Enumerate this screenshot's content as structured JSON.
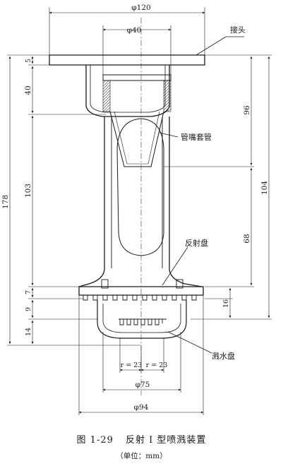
{
  "figure": {
    "number": "图 1-29",
    "title": "反射 I 型喷溅装置",
    "unit_note": "（单位：mm）"
  },
  "labels": {
    "joint": "接头",
    "nozzle_sleeve": "管嘴套管",
    "reflector_disc": "反射盘",
    "splash_disc": "溅水盘"
  },
  "dimensions": {
    "dia_120": "φ120",
    "dia_40": "φ40",
    "dia_75": "φ75",
    "dia_94": "φ94",
    "r_left": "r = 23",
    "r_right": "r = 23",
    "v_5": "5",
    "v_40": "40",
    "v_103": "103",
    "v_178": "178",
    "v_7": "7",
    "v_9": "9",
    "v_14": "14",
    "v_96": "96",
    "v_104": "104",
    "v_68": "68",
    "v_16": "16"
  }
}
